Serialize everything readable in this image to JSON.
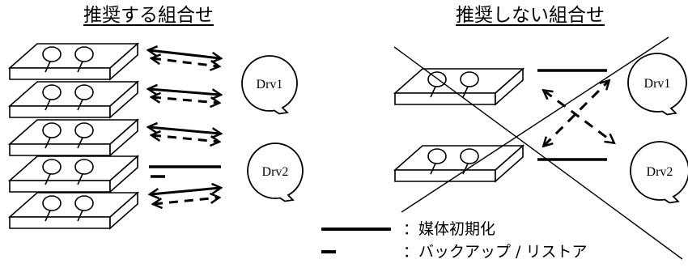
{
  "titles": {
    "recommended": "推奨する組合せ",
    "not_recommended": "推奨しない組合せ"
  },
  "drives": {
    "drive1": "Drv1",
    "drive2": "Drv2"
  },
  "legend": {
    "media_init": "：媒体初期化",
    "backup_restore": "：バックアップ / リストア"
  },
  "colors": {
    "ink": "#000000",
    "background": "#ffffff"
  },
  "icons": [
    "cartridge-icon",
    "drive-icon",
    "bidirectional-arrow",
    "cross-mark"
  ]
}
